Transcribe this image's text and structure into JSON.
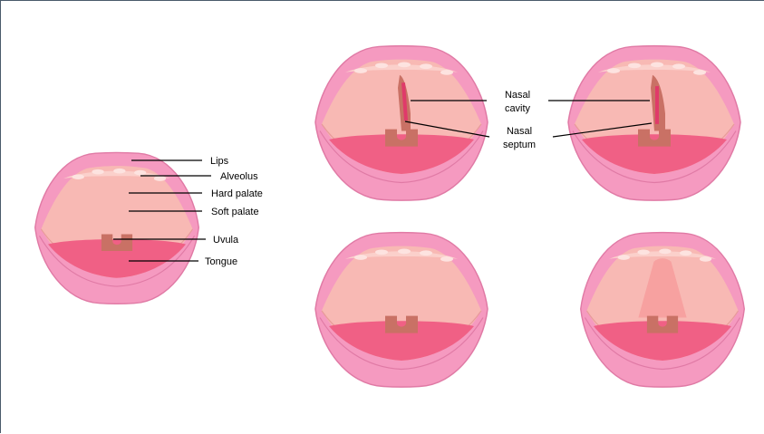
{
  "labels": {
    "lips": "Lips",
    "alveolus": "Alveolus",
    "hard_palate": "Hard palate",
    "soft_palate": "Soft palate",
    "uvula": "Uvula",
    "tongue": "Tongue",
    "nasal_cavity": [
      "Nasal",
      "cavity"
    ],
    "nasal_septum": [
      "Nasal",
      "septum"
    ]
  },
  "colors": {
    "lip_outer": "#f59ac0",
    "lip_edge": "#e07aa5",
    "palate": "#f8b9b4",
    "palate_light": "#fbd0cb",
    "cavity_line": "#e8a0a0",
    "tongue": "#f06085",
    "tongue_dark": "#e24a73",
    "uvula": "#c97165",
    "septum": "#e03a6a",
    "shadow_patch": "#f7a1a0"
  }
}
